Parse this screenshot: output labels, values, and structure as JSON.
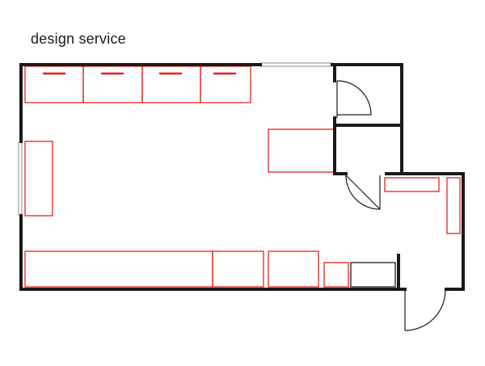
{
  "title": "design service",
  "colors": {
    "wall": "#1a1a1a",
    "furniture": "#e1251b",
    "door": "#1a1a1a",
    "window": "#8a8a8a",
    "background": "#ffffff"
  },
  "plan": {
    "rooms": [
      "main-room",
      "bathroom",
      "storage",
      "entry-hall"
    ],
    "doors": [
      "bathroom-door",
      "hall-door",
      "entrance-door"
    ],
    "furniture": [
      "upper-cabinet-1",
      "upper-cabinet-2",
      "upper-cabinet-3",
      "upper-cabinet-4",
      "side-cabinet",
      "counter-unit",
      "long-counter",
      "counter-section",
      "floor-cabinet",
      "small-cabinet",
      "appliance",
      "shelf-top",
      "shelf-side"
    ]
  }
}
